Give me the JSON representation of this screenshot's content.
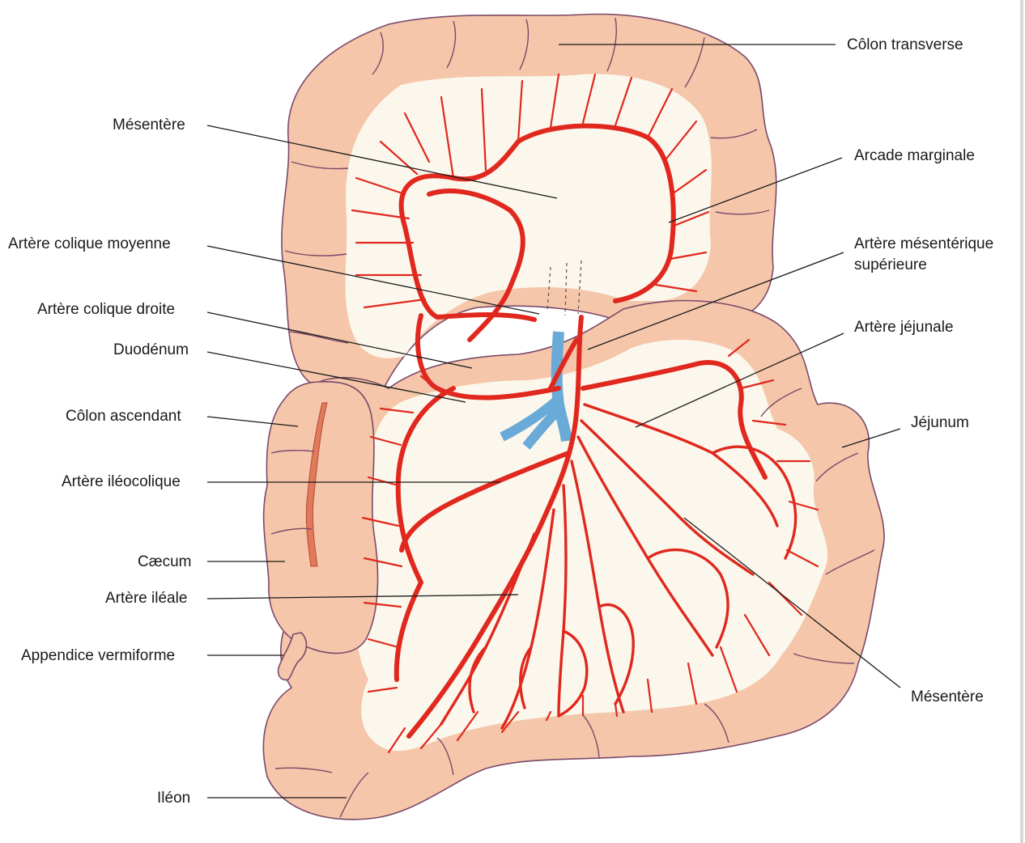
{
  "labels": {
    "colon_transverse": "Côlon transverse",
    "mesentere_top": "Mésentère",
    "arcade_marginale": "Arcade marginale",
    "artere_colique_moyenne": "Artère colique moyenne",
    "artere_mesenterique_l1": "Artère mésentérique",
    "artere_mesenterique_l2": "supérieure",
    "artere_colique_droite": "Artère colique droite",
    "artere_jejunale": "Artère jéjunale",
    "duodenum": "Duodénum",
    "colon_ascendant": "Côlon ascendant",
    "jejunum": "Jéjunum",
    "artere_ileocolique": "Artère iléocolique",
    "caecum": "Cæcum",
    "artere_ileale": "Artère iléale",
    "appendice": "Appendice vermiforme",
    "mesentere_bottom": "Mésentère",
    "ileon": "Iléon"
  },
  "colors": {
    "bowel": "#f5c6a9",
    "bowel_outline": "#7a4a6a",
    "mesentery": "#fcf7ec",
    "artery": "#e0281e",
    "vein": "#6aaad8"
  }
}
